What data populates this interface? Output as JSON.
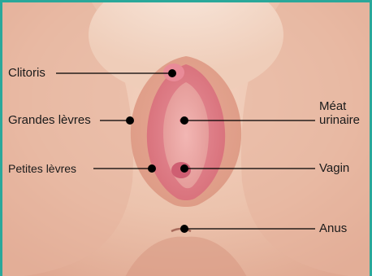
{
  "labels": {
    "clitoris": "Clitoris",
    "grandes_levres": "Grandes lèvres",
    "petites_levres": "Petites lèvres",
    "meat_line1": "Méat",
    "meat_line2": "urinaire",
    "vagin": "Vagin",
    "anus": "Anus"
  },
  "colors": {
    "frame_border": "#2aa89a",
    "skin_light": "#f6e1d3",
    "skin_mid": "#e9b9a4",
    "skin_shadow": "#d79d86",
    "labia_outer": "#e7a08f",
    "labia_inner": "#dc7f72",
    "leader_line": "#000000"
  }
}
